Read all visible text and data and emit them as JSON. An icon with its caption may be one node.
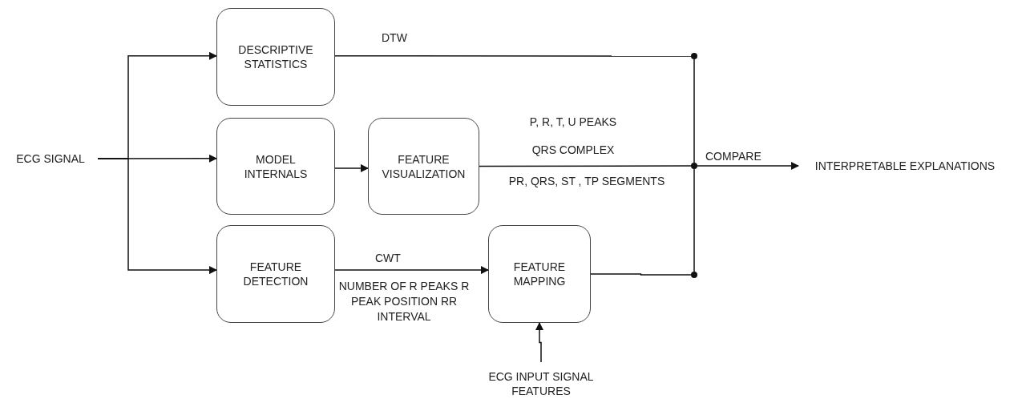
{
  "diagram": {
    "nodes": [
      {
        "text": [
          "ECG SIGNAL"
        ]
      },
      {
        "text": [
          "DESCRIPTIVE STATISTICS"
        ]
      },
      {
        "text": [
          "MODEL INTERNALS"
        ]
      },
      {
        "text": [
          "FEATURE VISUALIZATION"
        ]
      },
      {
        "text": [
          "FEATURE DETECTION"
        ]
      },
      {
        "text": [
          "FEATURE MAPPING"
        ]
      },
      {
        "text": [
          "ECG INPUT SIGNAL FEATURES"
        ]
      },
      {
        "text": [],
        "shape": "circle"
      },
      {
        "text": [],
        "shape": "circle"
      },
      {
        "text": [],
        "shape": "circle"
      },
      {
        "text": [
          "INTERPRETABLE EXPLANATIONS"
        ]
      }
    ],
    "edges": [
      {
        "from": 0,
        "to": 1,
        "arrow": "to"
      },
      {
        "from": 0,
        "to": 2,
        "arrow": "to"
      },
      {
        "from": 0,
        "to": 4,
        "arrow": "to"
      },
      {
        "from": 2,
        "to": 3,
        "arrow": "to"
      },
      {
        "from": 4,
        "to": 5,
        "arrow": "to",
        "label": "CWT"
      },
      {
        "from": 6,
        "to": 5,
        "arrow": "to"
      },
      {
        "from": 1,
        "to": 7,
        "arrow": "none",
        "label": "DTW"
      },
      {
        "from": 3,
        "to": 8,
        "arrow": "none"
      },
      {
        "from": 5,
        "to": 9,
        "arrow": "none"
      },
      {
        "from": 7,
        "to": 8,
        "arrow": "none"
      },
      {
        "from": 9,
        "to": 8,
        "arrow": "none"
      },
      {
        "from": 8,
        "to": 10,
        "arrow": "to",
        "label": "COMPARE"
      }
    ],
    "labels": [
      "P, R, T, U PEAKS",
      "QRS COMPLEX",
      "PR, QRS, ST , TP SEGMENTS",
      "NUMBER OF R PEAKS R PEAK POSITION RR INTERVAL"
    ]
  }
}
